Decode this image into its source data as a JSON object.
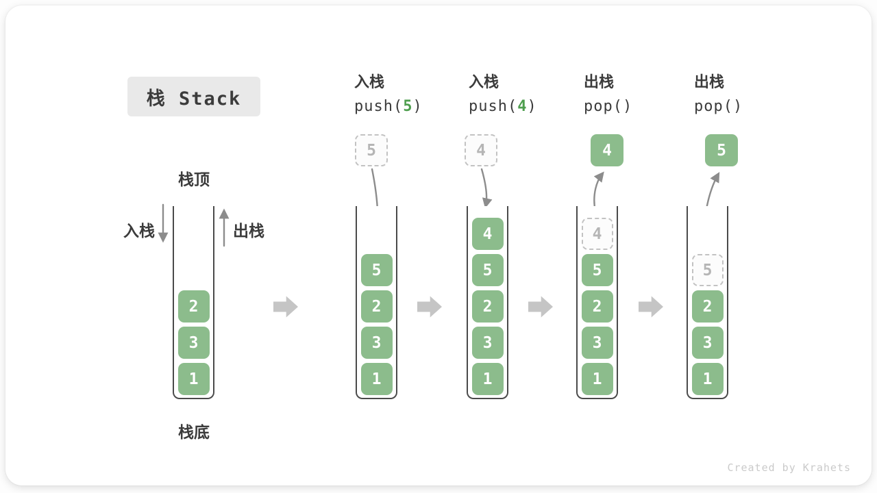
{
  "title": "栈 Stack",
  "watermark": "Created by Krahets",
  "stack_labels": {
    "top": "栈顶",
    "bottom": "栈底",
    "push_side": "入栈",
    "pop_side": "出栈"
  },
  "operations": [
    {
      "label": "入栈",
      "code": {
        "pre": "push(",
        "arg": "5",
        "post": ")"
      }
    },
    {
      "label": "入栈",
      "code": {
        "pre": "push(",
        "arg": "4",
        "post": ")"
      }
    },
    {
      "label": "出栈",
      "code": {
        "pre": "pop(",
        "arg": "",
        "post": ")"
      }
    },
    {
      "label": "出栈",
      "code": {
        "pre": "pop(",
        "arg": "",
        "post": ")"
      }
    }
  ],
  "stacks": [
    {
      "name": "initial-stack",
      "cells": [
        {
          "value": "2",
          "level": 2
        },
        {
          "value": "3",
          "level": 3
        },
        {
          "value": "1",
          "level": 4
        }
      ]
    },
    {
      "name": "after-push-5",
      "float": {
        "value": "5",
        "style": "dashed"
      },
      "cells": [
        {
          "value": "5",
          "level": 1
        },
        {
          "value": "2",
          "level": 2
        },
        {
          "value": "3",
          "level": 3
        },
        {
          "value": "1",
          "level": 4
        }
      ]
    },
    {
      "name": "after-push-4",
      "float": {
        "value": "4",
        "style": "dashed"
      },
      "cells": [
        {
          "value": "4",
          "level": 0
        },
        {
          "value": "5",
          "level": 1
        },
        {
          "value": "2",
          "level": 2
        },
        {
          "value": "3",
          "level": 3
        },
        {
          "value": "1",
          "level": 4
        }
      ]
    },
    {
      "name": "after-pop-4",
      "float": {
        "value": "4",
        "style": "solid"
      },
      "cells": [
        {
          "value": "4",
          "level": 0,
          "ghost": true
        },
        {
          "value": "5",
          "level": 1
        },
        {
          "value": "2",
          "level": 2
        },
        {
          "value": "3",
          "level": 3
        },
        {
          "value": "1",
          "level": 4
        }
      ]
    },
    {
      "name": "after-pop-5",
      "float": {
        "value": "5",
        "style": "solid"
      },
      "cells": [
        {
          "value": "5",
          "level": 1,
          "ghost": true
        },
        {
          "value": "2",
          "level": 2
        },
        {
          "value": "3",
          "level": 3
        },
        {
          "value": "1",
          "level": 4
        }
      ]
    }
  ],
  "colors": {
    "cell_green": "#8CBC8C",
    "accent_green": "#4E9E4E",
    "arrow_gray": "#8C8C8C",
    "chevron_gray": "#C5C5C5",
    "wall_gray": "#4A4A4A",
    "text_dark": "#3B3B3B",
    "ghost_border": "#C2C2C2",
    "ghost_text": "#B5B5B5",
    "title_bg": "#E9E9E9",
    "watermark_gray": "#CACACA"
  }
}
